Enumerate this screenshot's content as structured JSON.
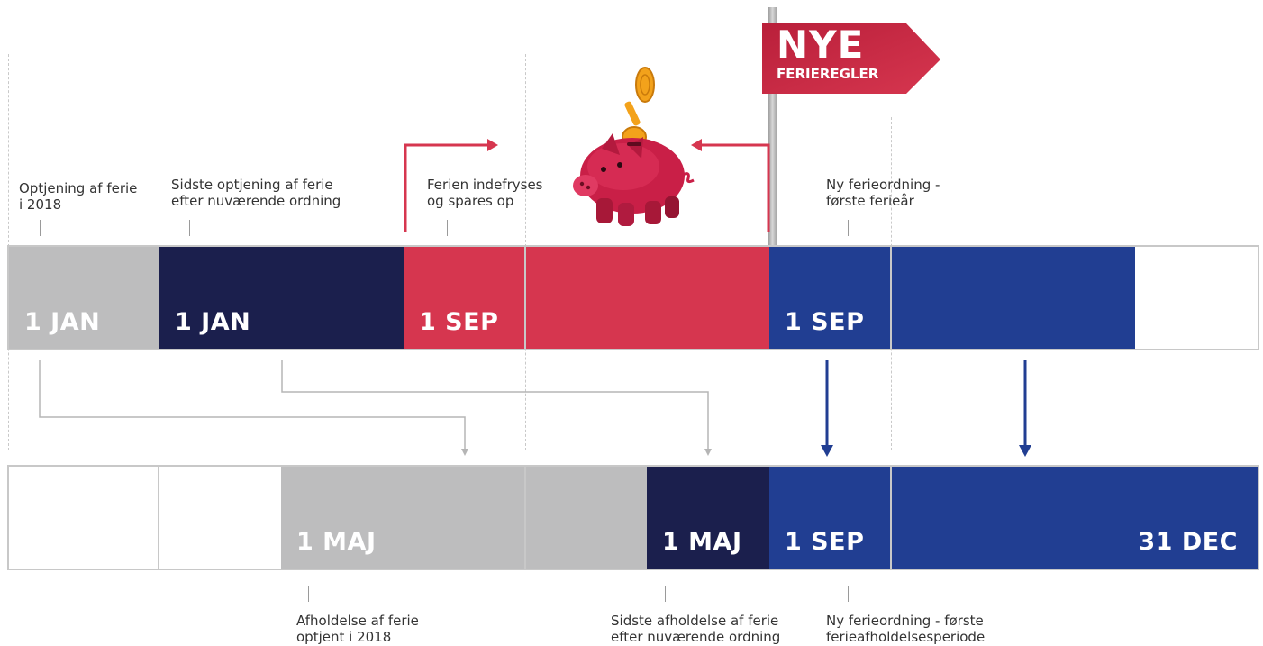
{
  "flag": {
    "title": "NYE",
    "subtitle": "FERIEREGLER"
  },
  "colors": {
    "gray": "#bdbdbe",
    "navy": "#1b1f4d",
    "red": "#d6364f",
    "blue": "#213e92",
    "outline": "#c8c8c8"
  },
  "top_bar": {
    "labels": [
      "1 JAN",
      "1 JAN",
      "1 SEP",
      "1 SEP"
    ]
  },
  "bottom_bar": {
    "labels": [
      "1 MAJ",
      "1 MAJ",
      "1 SEP",
      "31 DEC"
    ]
  },
  "annotations": {
    "top": [
      "Optjening af ferie\ni 2018",
      "Sidste optjening af ferie\nefter nuværende ordning",
      "Ferien indefryses\nog spares op",
      "Ny ferieordning -\nførste ferieår"
    ],
    "bottom": [
      "Afholdelse af ferie\noptjent i 2018",
      "Sidste afholdelse af ferie\nefter nuværende ordning",
      "Ny ferieordning - første\nferieafholdelsesperiode"
    ]
  }
}
